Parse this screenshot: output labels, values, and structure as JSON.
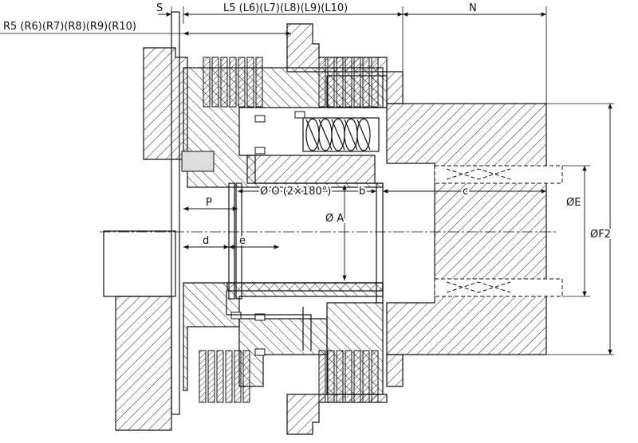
{
  "labels": {
    "s": "S",
    "l_series": "L5 (L6)(L7)(L8)(L9)(L10)",
    "n": "N",
    "r_series": "R5 (R6)(R7)(R8)(R9)(R10)",
    "p": "P",
    "o": "Ø O (2×180°)",
    "b": "b",
    "c": "c",
    "a": "Ø A",
    "e_dia": "ØE",
    "f2": "ØF2",
    "d": "d",
    "e": "e"
  }
}
